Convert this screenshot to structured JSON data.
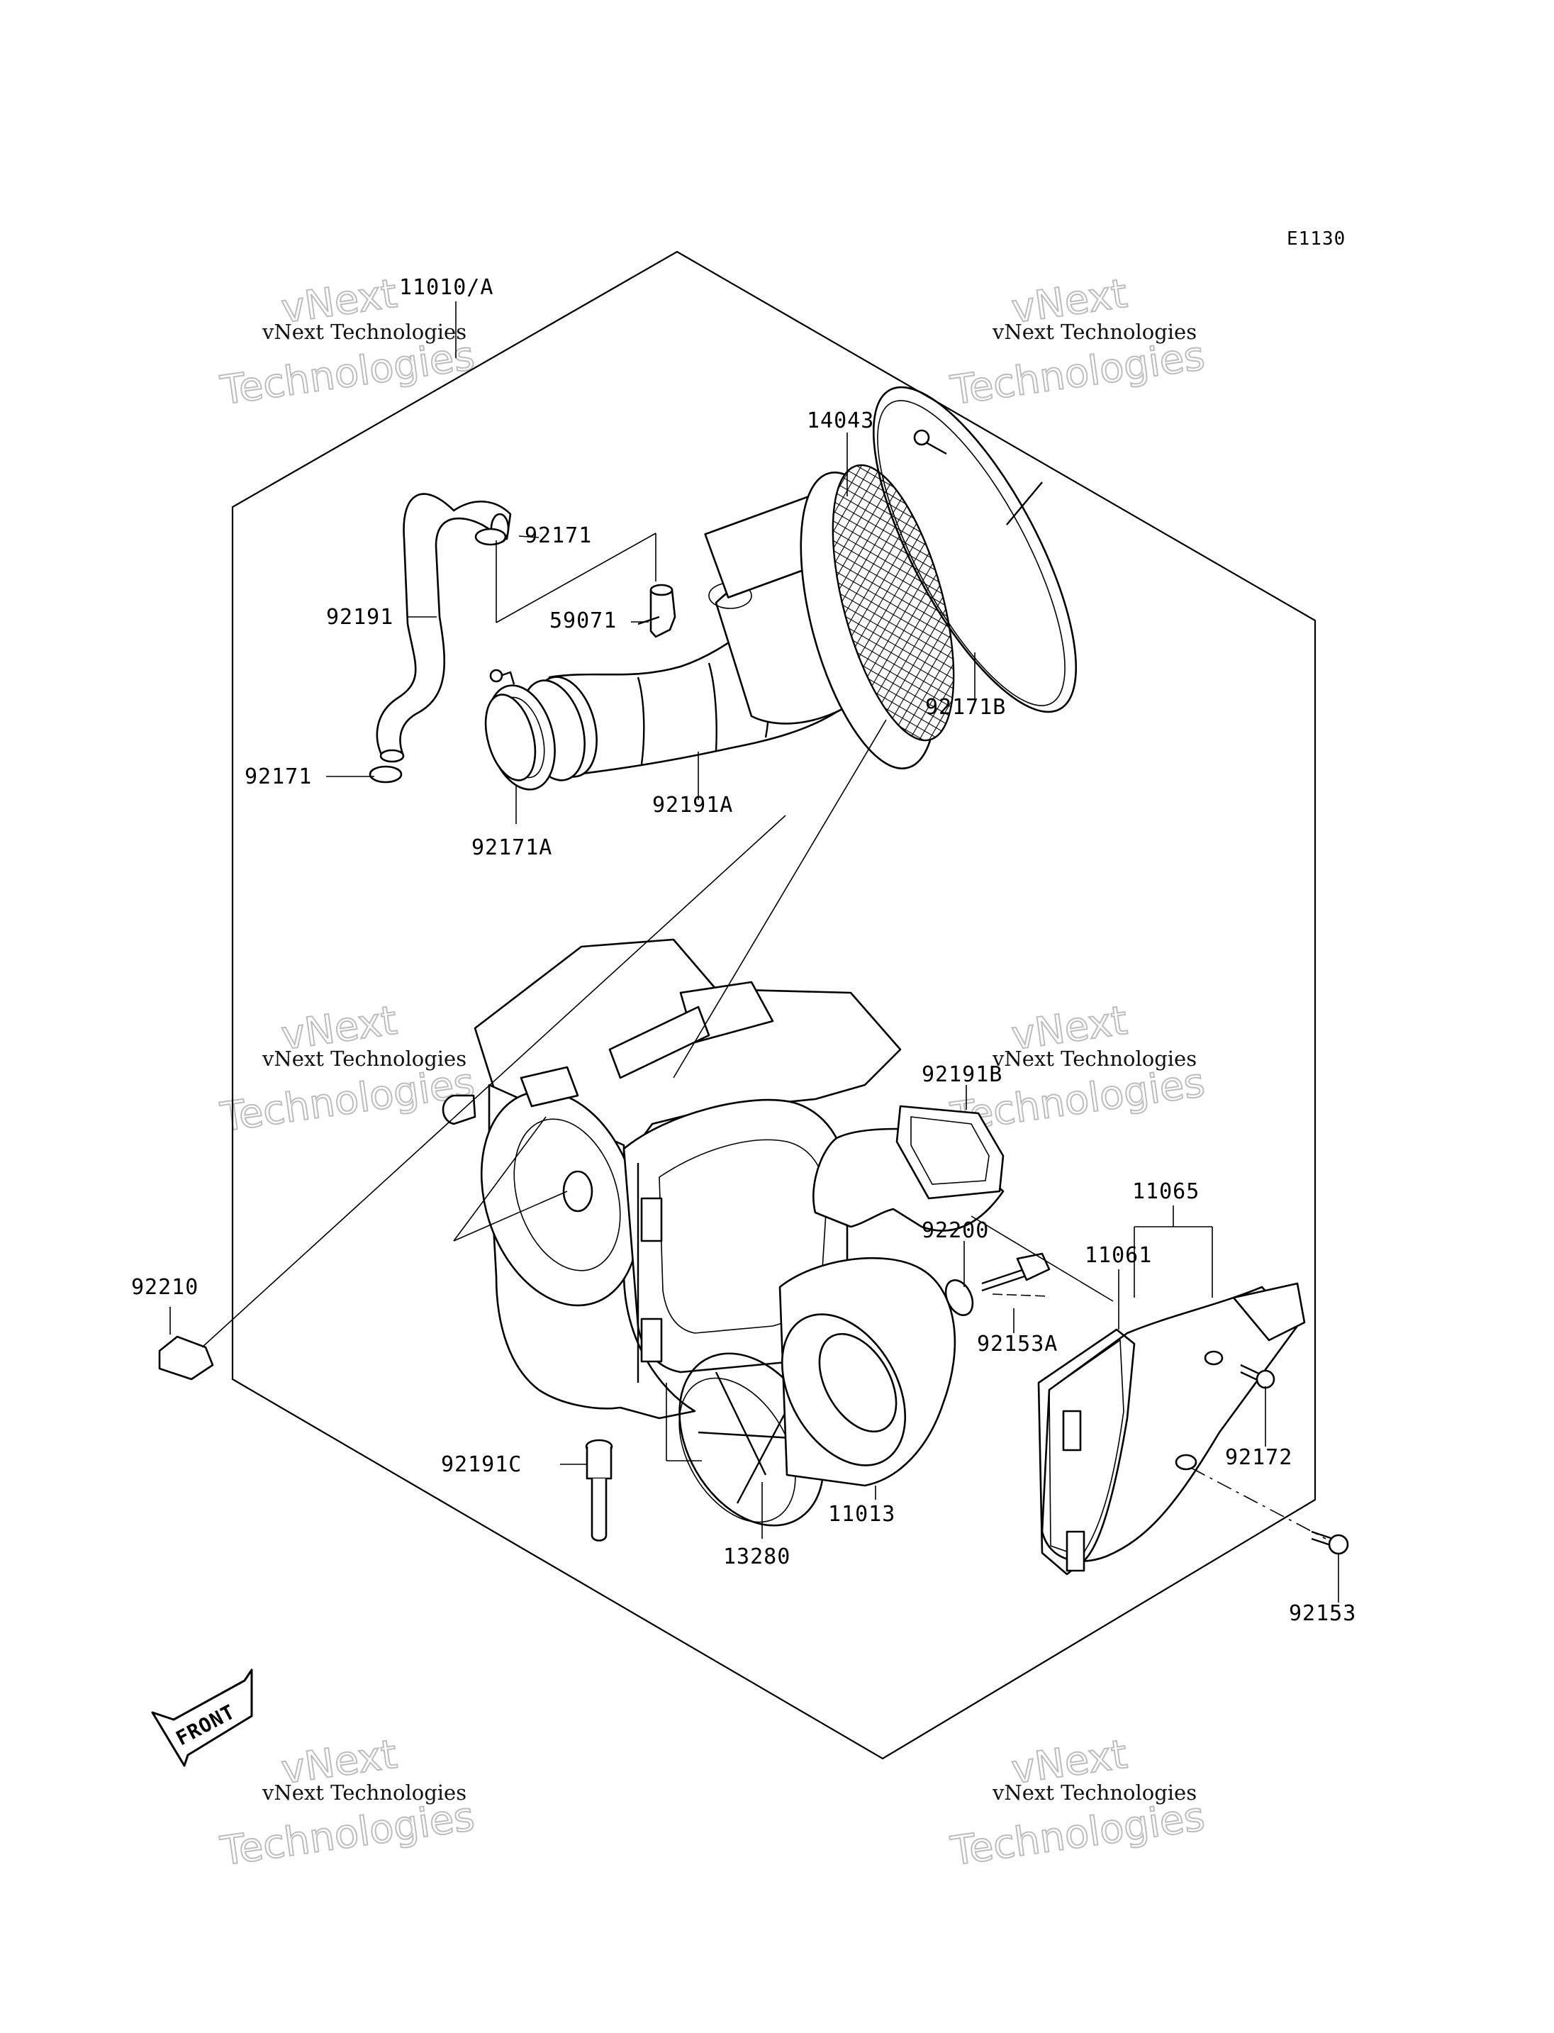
{
  "diagram_code": "E1130",
  "front_arrow_label": "FRONT",
  "watermark": {
    "line1": "vNext",
    "line2": "vNext Technologies",
    "line3": "Technologies"
  },
  "part_numbers": {
    "assembly": "11010/A",
    "filter_screen": "14043",
    "clamp_upper": "92171",
    "fitting": "59071",
    "breather_hose": "92191",
    "clamp_lower": "92171",
    "clamp_a": "92171A",
    "intake_duct": "92191A",
    "clamp_b": "92171B",
    "duct_b": "92191B",
    "bracket": "92210",
    "drain_plug": "92191C",
    "element_frame": "13280",
    "filter_element": "11013",
    "grommet": "92200",
    "bolt_a": "92153A",
    "cover_assy": "11065",
    "cover_gasket": "11061",
    "cover_screw": "92172",
    "bolt": "92153"
  }
}
